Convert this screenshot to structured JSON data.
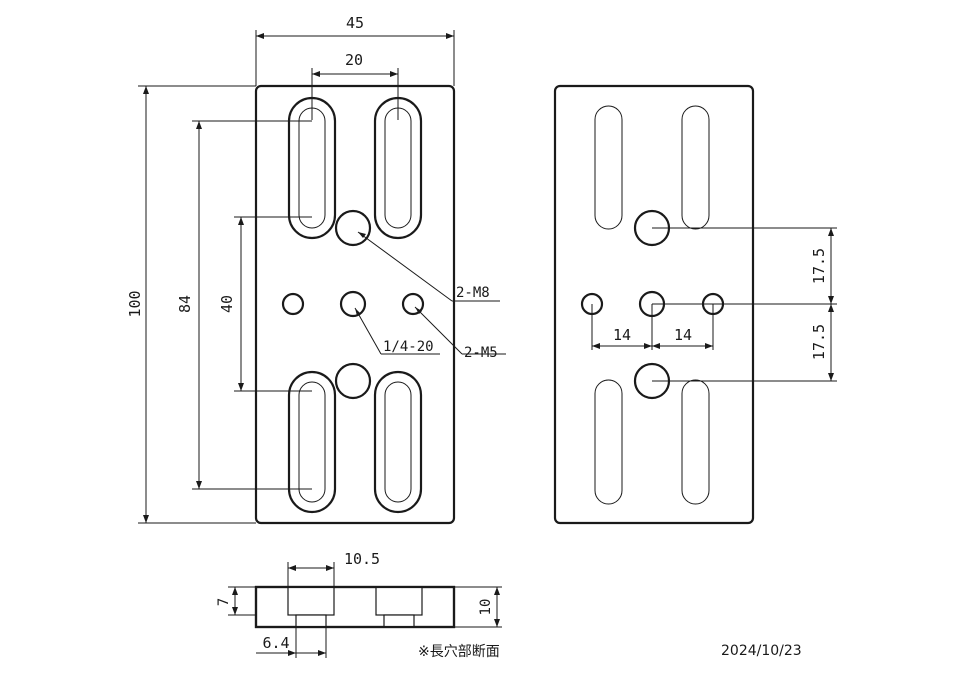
{
  "front_view": {
    "overall_width": "45",
    "slot_spacing": "20",
    "overall_height": "100",
    "slot_span": "84",
    "m8_spacing": "40",
    "callout_m8": "2-M8",
    "callout_quarter": "1/4-20",
    "callout_m5": "2-M5"
  },
  "back_view": {
    "upper_offset": "17.5",
    "lower_offset": "17.5",
    "left_spacing": "14",
    "right_spacing": "14"
  },
  "section_view": {
    "counterbore_width": "10.5",
    "counterbore_depth": "7",
    "thickness": "10",
    "slot_width": "6.4",
    "note": "※長穴部断面"
  },
  "date": "2024/10/23"
}
